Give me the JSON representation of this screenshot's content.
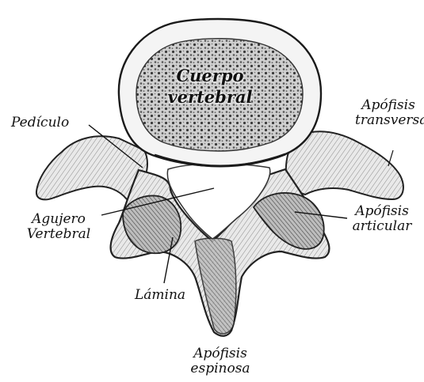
{
  "labels": {
    "cuerpo_line1": "Cuerpo",
    "cuerpo_line2": "vertebral",
    "pediculo": "Pedículo",
    "transversa_line1": "Apófisis",
    "transversa_line2": "transversa",
    "agujero_line1": "Agujero",
    "agujero_line2": "Vertebral",
    "articular_line1": "Apófisis",
    "articular_line2": "articular",
    "lamina": "Lámina",
    "espinosa_line1": "Apófisis",
    "espinosa_line2": "espinosa"
  }
}
